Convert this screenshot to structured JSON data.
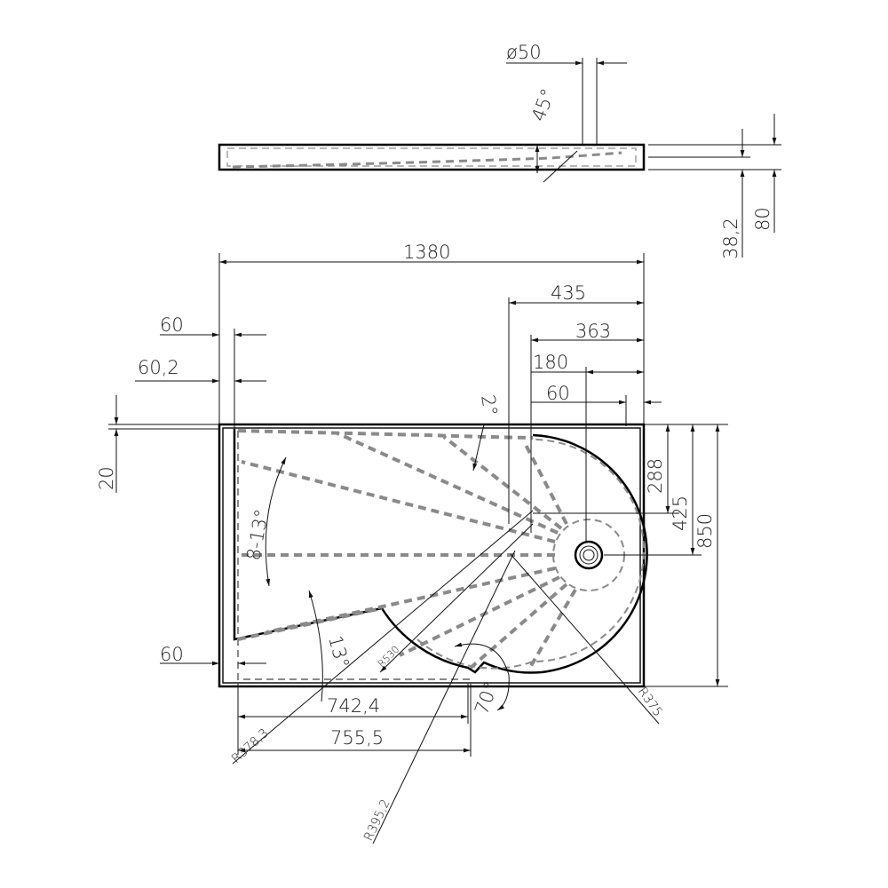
{
  "side_view": {
    "diameter": "ø50",
    "angle": "45°",
    "depth_drain": "38,2",
    "height": "80"
  },
  "plan_view": {
    "overall_length": "1380",
    "drain_from_right_a": "435",
    "drain_from_right_b": "363",
    "drain_from_right_c": "180",
    "right_margin": "60",
    "left_margin_top": "60",
    "left_margin_b": "60,2",
    "top_margin": "20",
    "slope_top": "2°",
    "slope_range": "8-13°",
    "slope_left": "13°",
    "left_margin_bottom": "60",
    "width_a": "742,4",
    "width_b": "755,5",
    "radius_a": "R378,3",
    "radius_b": "R395,2",
    "radius_c": "R530",
    "radius_d": "R375",
    "angle_bottom": "70°",
    "dim_288": "288",
    "dim_425": "425",
    "overall_width": "850"
  },
  "colors": {
    "line": "#000000",
    "slope_dashes": "#8a8a8a"
  }
}
